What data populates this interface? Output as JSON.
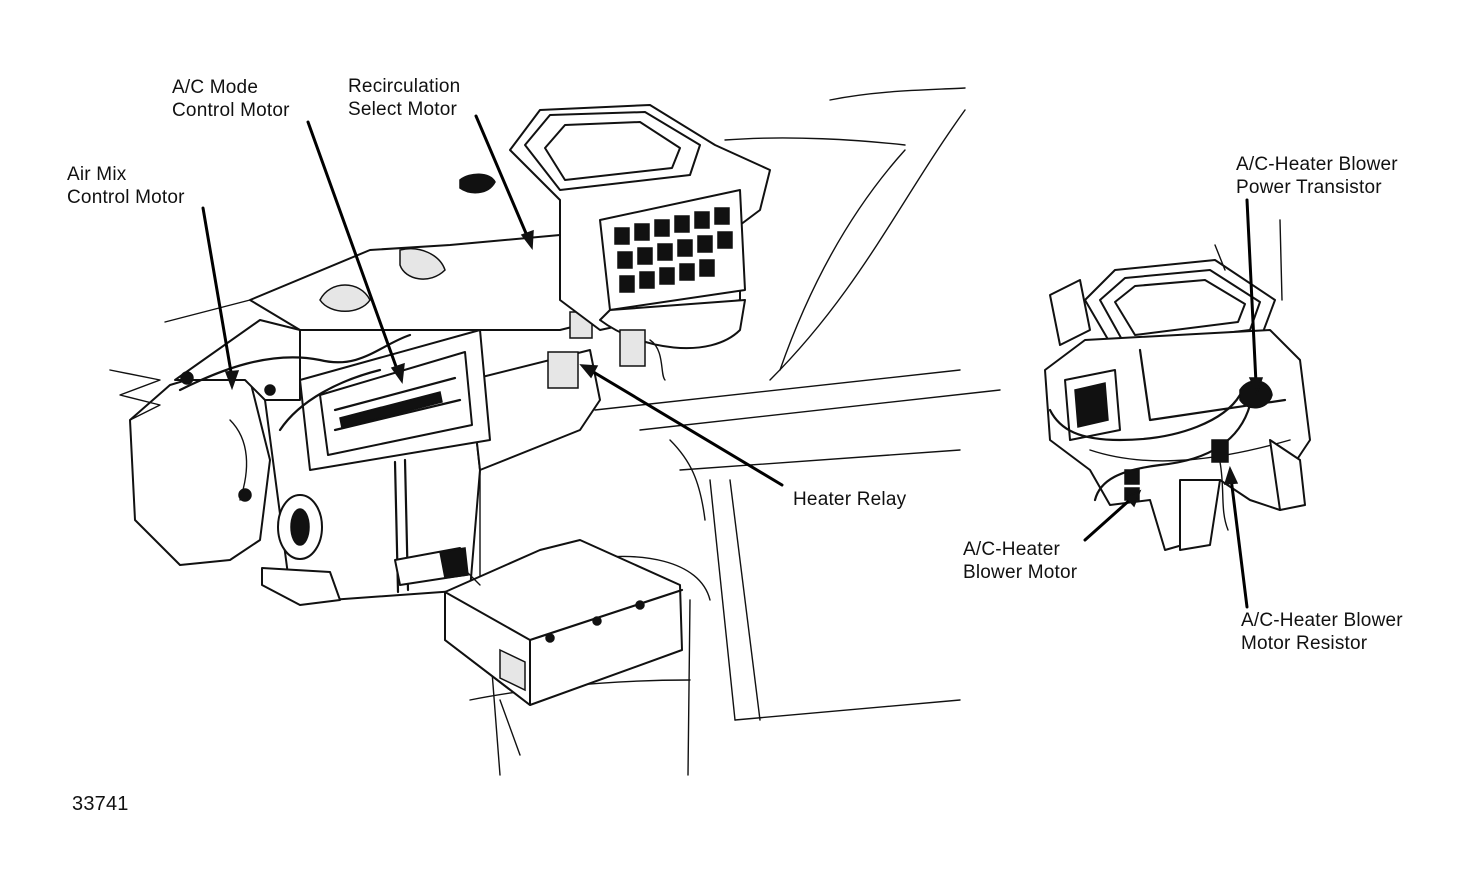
{
  "labels": {
    "ac_mode_control_motor": [
      "A/C Mode",
      "Control Motor"
    ],
    "recirculation_select_motor": [
      "Recirculation",
      "Select Motor"
    ],
    "air_mix_control_motor": [
      "Air Mix",
      "Control Motor"
    ],
    "heater_relay": [
      "Heater Relay"
    ],
    "blower_power_transistor": [
      "A/C-Heater Blower",
      "Power Transistor"
    ],
    "blower_motor": [
      "A/C-Heater",
      "Blower Motor"
    ],
    "blower_motor_resistor": [
      "A/C-Heater Blower",
      "Motor Resistor"
    ]
  },
  "figure_number": "33741"
}
